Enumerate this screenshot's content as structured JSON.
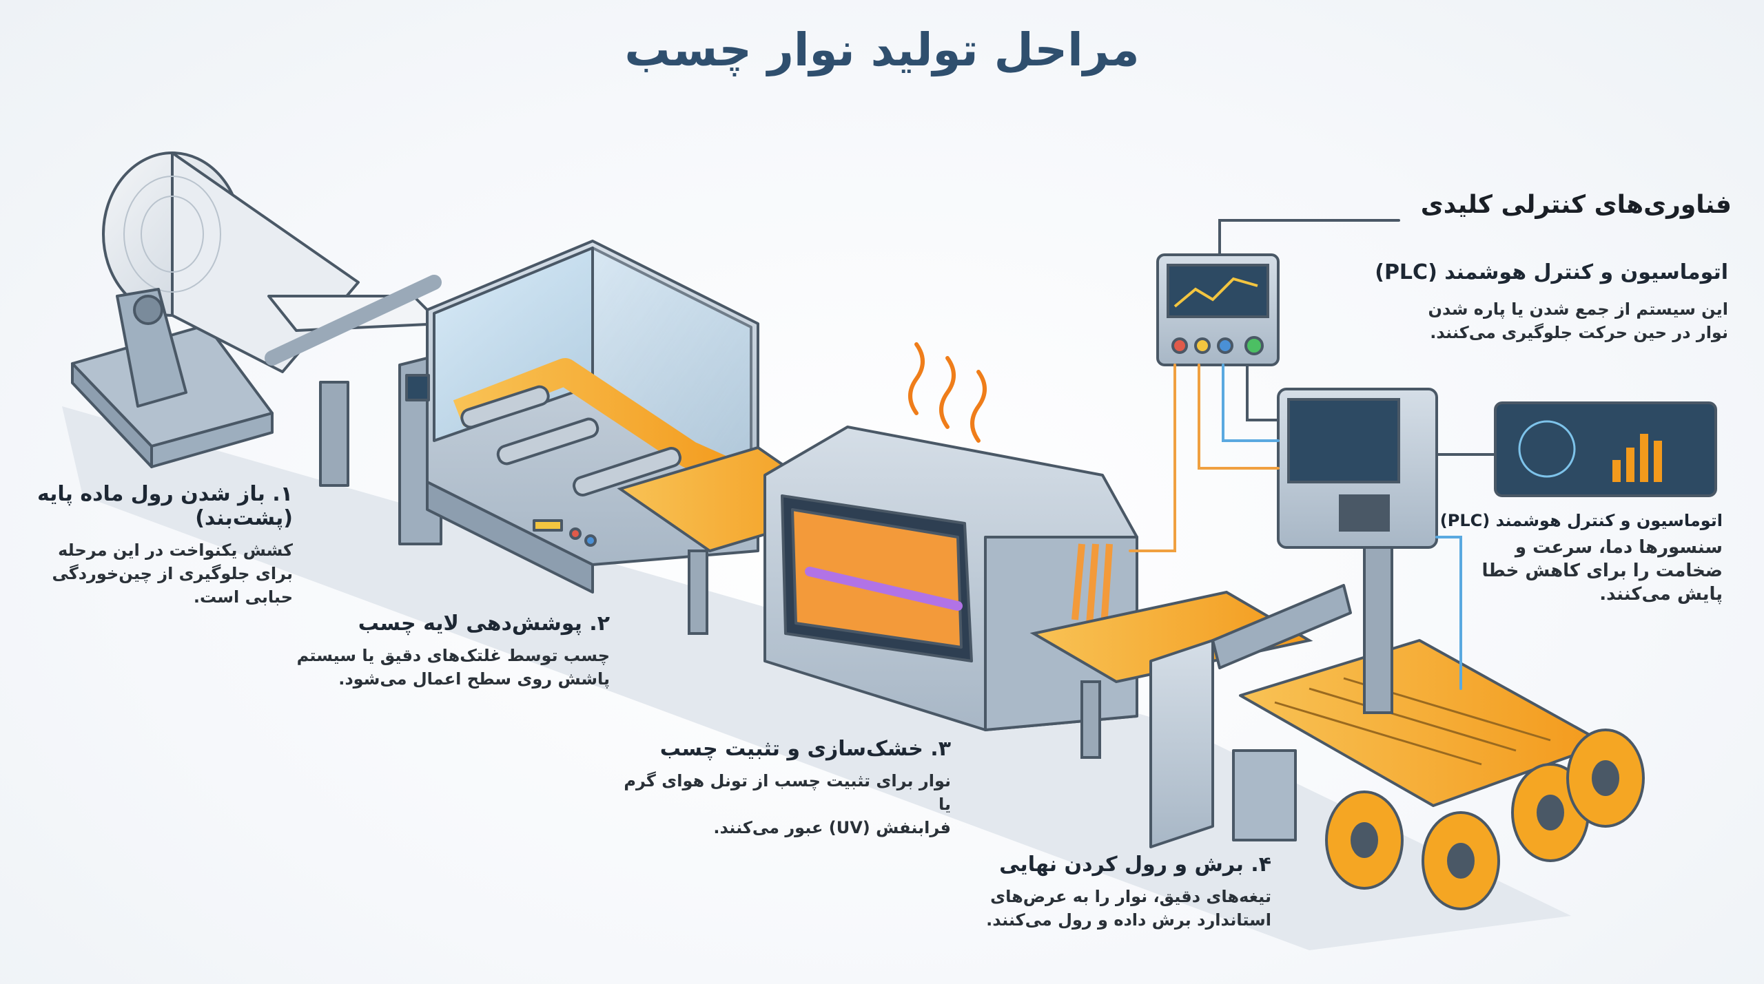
{
  "title": "مراحل تولید نوار چسب",
  "steps": [
    {
      "title": "۱. باز شدن رول ماده پایه (پشت‌بند)",
      "lines": [
        "کشش یکنواخت در این مرحله",
        "برای جلوگیری از چین‌خوردگی",
        "حبابی است."
      ]
    },
    {
      "title": "۲. پوشش‌دهی لایه چسب",
      "lines": [
        "چسب توسط غلتک‌های دقیق یا سیستم",
        "پاشش روی سطح اعمال می‌شود."
      ]
    },
    {
      "title": "۳. خشک‌سازی و تثبیت چسب",
      "lines": [
        "نوار برای تثبیت چسب از تونل هوای گرم یا",
        "فرابنفش (UV) عبور می‌کنند."
      ]
    },
    {
      "title": "۴. برش و رول کردن نهایی",
      "lines": [
        "تیغه‌های دقیق، نوار را به عرض‌های",
        "استاندارد برش داده و رول می‌کنند."
      ]
    }
  ],
  "controls": {
    "heading": "فناوری‌های کنترلی کلیدی",
    "plc_title": "اتوماسیون و کنترل هوشمند (PLC)",
    "plc_lines": [
      "این سیستم از جمع شدن یا پاره شدن",
      "نوار در حین حرکت جلوگیری می‌کنند."
    ],
    "sensor_title": "اتوماسیون و کنترل هوشمند (PLC)",
    "sensor_lines": [
      "سنسورها دما، سرعت و",
      "ضخامت را برای کاهش خطا",
      "پایش می‌کنند."
    ]
  },
  "colors": {
    "title": "#2f4f6e",
    "machine_body": "#bcc9d6",
    "outline": "#4a5866",
    "tape": "#f5a623",
    "heat": "#ef7d1a",
    "uv": "#9b59d6",
    "screen": "#2d4a63",
    "cable_orange": "#f0a040",
    "cable_blue": "#5aa9e0"
  }
}
